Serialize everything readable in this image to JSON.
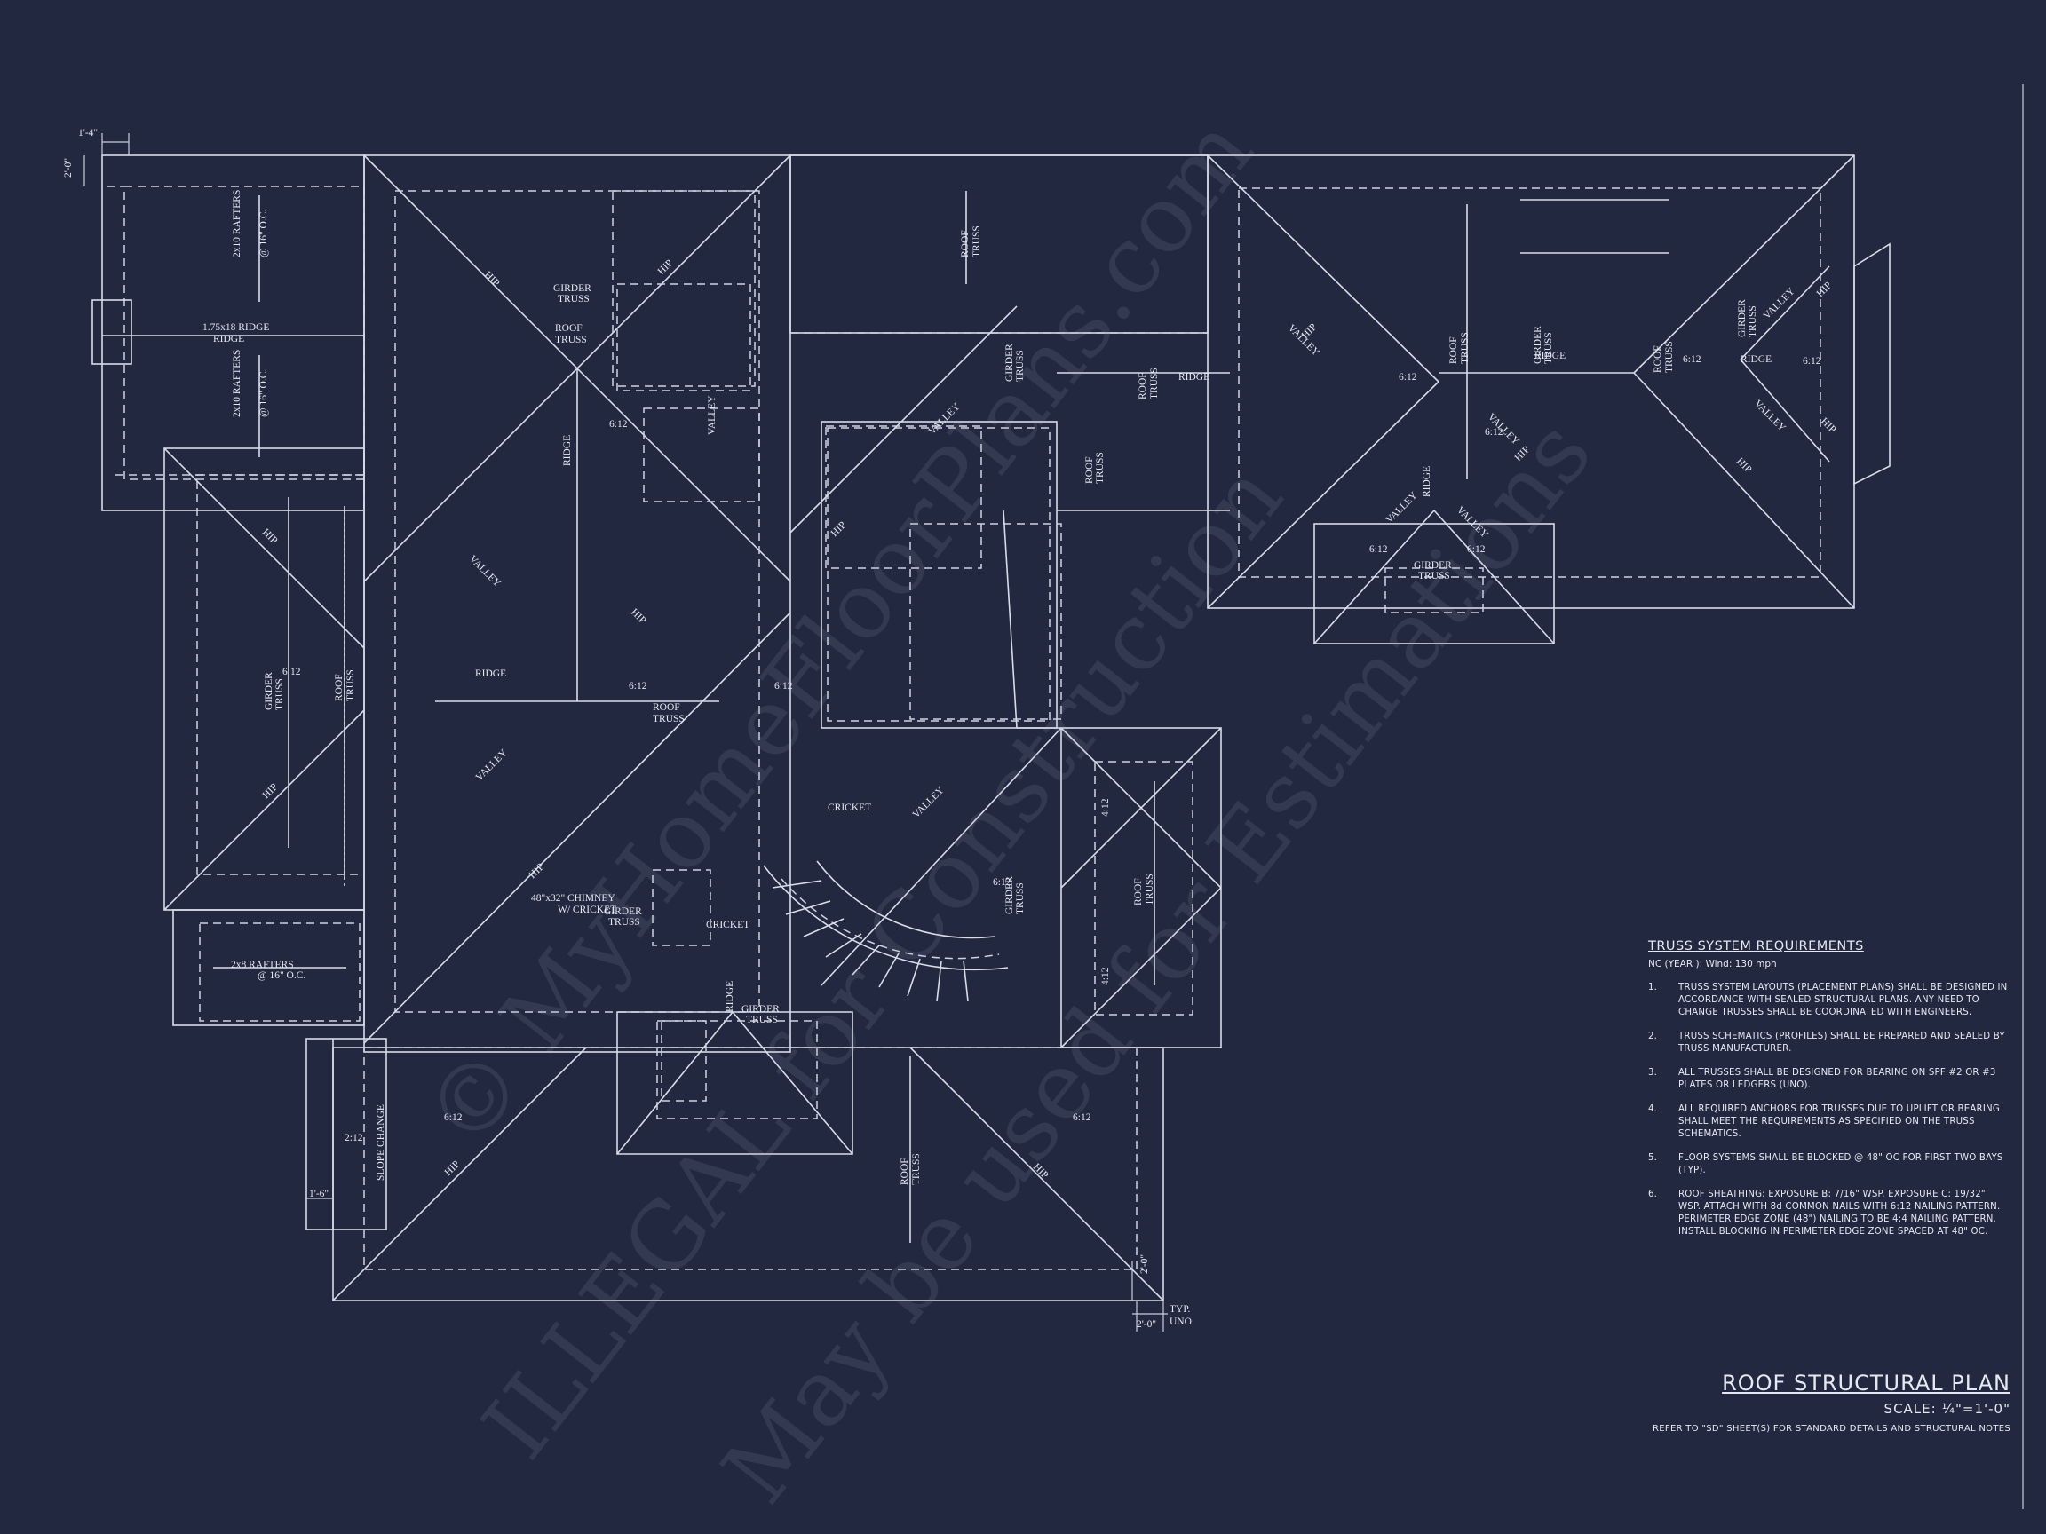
{
  "watermark": {
    "line1": "© MyHomeFloorPlans.com",
    "line2": "ILLEGAL for Construction",
    "line3": "May be used for Estimations"
  },
  "plan_labels": {
    "hip": "HIP",
    "valley": "VALLEY",
    "ridge": "RIDGE",
    "roof_truss_a": "ROOF",
    "roof_truss_b": "TRUSS",
    "girder_a": "GIRDER",
    "girder_b": "TRUSS",
    "pitch_612": "6:12",
    "pitch_412": "4:12",
    "pitch_212": "2:12",
    "rafters_210": "2x10 RAFTERS",
    "rafters_28": "2x8 RAFTERS",
    "oc16": "@ 16\" O.C.",
    "ridge_beam": "1.75x18 RIDGE",
    "chimney_a": "48\"x32\" CHIMNEY",
    "chimney_b": "W/ CRICKET",
    "cricket": "CRICKET",
    "slope_change": "SLOPE CHANGE",
    "dim_1_4": "1'-4\"",
    "dim_2_0": "2'-0\"",
    "dim_1_6": "1'-6\"",
    "typ": "TYP.",
    "uno": "UNO"
  },
  "notes": {
    "heading": "TRUSS SYSTEM REQUIREMENTS",
    "subheading": "NC (YEAR ): Wind: 130 mph",
    "items": [
      {
        "num": "1.",
        "text": "TRUSS SYSTEM LAYOUTS (PLACEMENT PLANS) SHALL BE DESIGNED IN ACCORDANCE WITH SEALED STRUCTURAL PLANS. ANY NEED TO CHANGE TRUSSES SHALL BE COORDINATED WITH ENGINEERS."
      },
      {
        "num": "2.",
        "text": "TRUSS SCHEMATICS (PROFILES) SHALL BE PREPARED AND SEALED BY TRUSS MANUFACTURER."
      },
      {
        "num": "3.",
        "text": "ALL TRUSSES SHALL BE DESIGNED FOR BEARING ON SPF #2 OR #3 PLATES OR LEDGERS (UNO)."
      },
      {
        "num": "4.",
        "text": "ALL REQUIRED ANCHORS FOR TRUSSES DUE TO UPLIFT OR BEARING SHALL MEET THE REQUIREMENTS AS SPECIFIED ON THE TRUSS SCHEMATICS."
      },
      {
        "num": "5.",
        "text": "FLOOR SYSTEMS SHALL BE BLOCKED @ 48\" OC FOR FIRST TWO BAYS (TYP)."
      },
      {
        "num": "6.",
        "text": "ROOF SHEATHING: EXPOSURE B: 7/16\" WSP. EXPOSURE C: 19/32\" WSP. ATTACH WITH 8d COMMON NAILS WITH 6:12 NAILING PATTERN. PERIMETER EDGE ZONE (48\") NAILING TO BE 4:4 NAILING PATTERN. INSTALL BLOCKING IN PERIMETER EDGE ZONE SPACED AT 48\" OC."
      }
    ]
  },
  "title_block": {
    "title": "ROOF STRUCTURAL PLAN",
    "scale": "SCALE: ¼\"=1'-0\"",
    "reference": "REFER TO \"SD\" SHEET(S) FOR STANDARD DETAILS AND STRUCTURAL NOTES"
  },
  "colors": {
    "background": "#222840",
    "linework": "#d9dde8"
  }
}
